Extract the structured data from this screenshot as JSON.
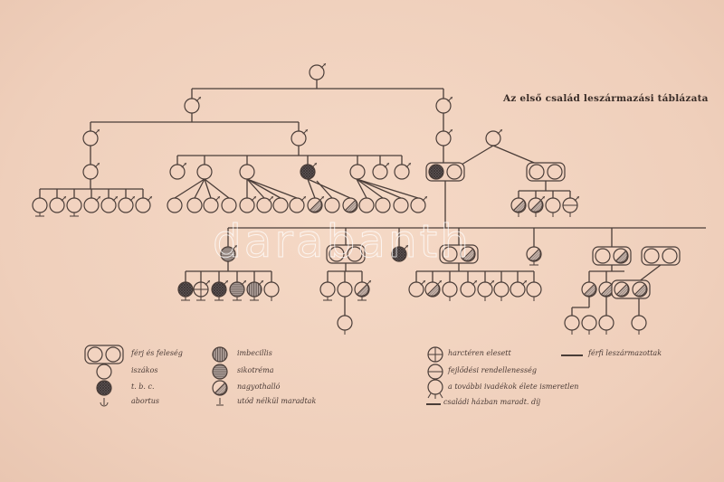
{
  "title": "Az első család leszármazási táblázata",
  "watermark": "darabanth",
  "legend": {
    "couple": "férj és feleség",
    "alcoholic": "iszákos",
    "tbc": "t. b. c.",
    "abortus": "abortus",
    "imbecile": "imbecillis",
    "sikotrema": "sikotréma",
    "hard_of_hearing": "nagyothalló",
    "no_offspring": "utód nélkül maradtak",
    "fallen_in_war": "harctéren elesett",
    "malformation": "fejlődési rendellenesség",
    "unknown_offspring": "a további ivadékok élete ismeretlen",
    "stayed_home": "családi házban maradt. díj",
    "male_descendants": "férfi leszármazottak"
  },
  "colors": {
    "ink": "#4a3d38",
    "paper": "#f2d3c0",
    "tbc": "#5a5050",
    "hatch": "#8a7e7a"
  }
}
